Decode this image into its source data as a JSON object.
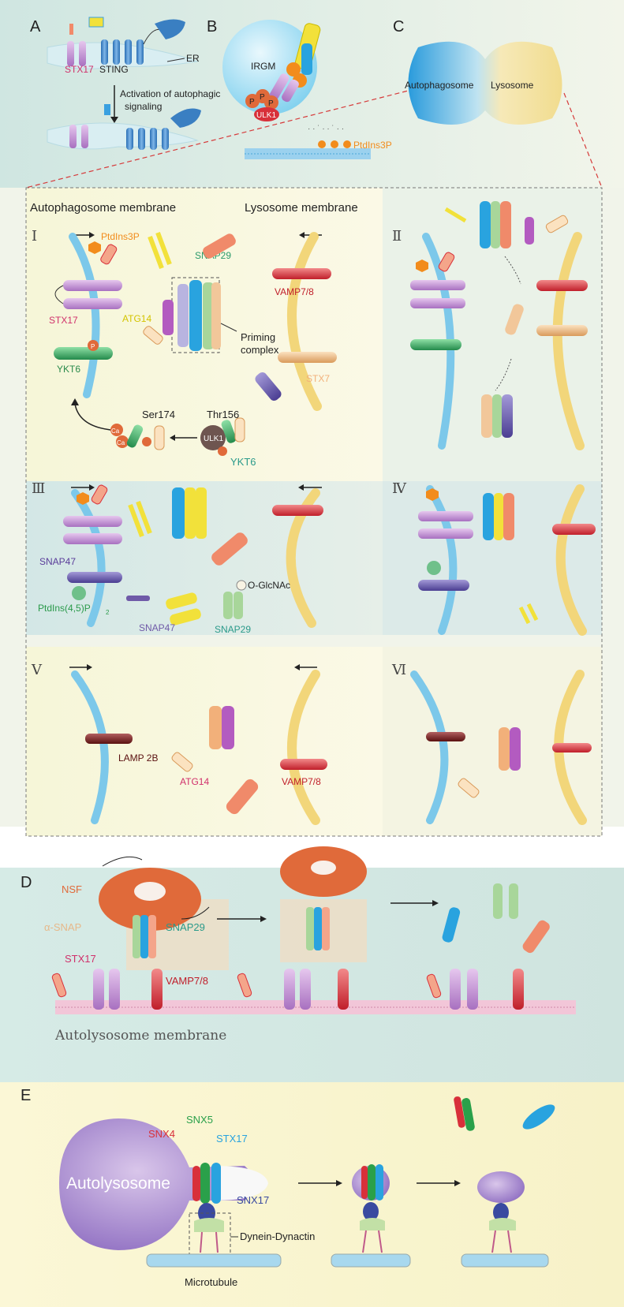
{
  "panels": {
    "a": {
      "letter": "A",
      "stx17": "STX17",
      "sting": "STING",
      "er": "ER",
      "activation_line1": "Activation of autophagic",
      "activation_line2": "signaling"
    },
    "b": {
      "letter": "B",
      "irgm": "IRGM",
      "p": "P",
      "ulk1": "ULK1",
      "ptdins3p": "PtdIns3P"
    },
    "c": {
      "letter": "C",
      "autophagosome": "Autophagosome",
      "lysosome": "Lysosome"
    },
    "i": {
      "numeral": "Ⅰ",
      "autophagosome_membrane": "Autophagosome membrane",
      "lysosome_membrane": "Lysosome membrane",
      "ptdins3p": "PtdIns3P",
      "snap29": "SNAP29",
      "vamp78": "VAMP7/8",
      "stx17": "STX17",
      "atg14": "ATG14",
      "priming1": "Priming",
      "priming2": "complex",
      "ykt6": "YKT6",
      "stx7": "STX7",
      "ser174": "Ser174",
      "thr156": "Thr156",
      "ulk1": "ULK1",
      "ykt6_b": "YKT6",
      "ca": "Ca",
      "p": "P"
    },
    "ii": {
      "numeral": "Ⅱ"
    },
    "iii": {
      "numeral": "Ⅲ",
      "snap47": "SNAP47",
      "ptdins45p2": "PtdIns(4,5)P",
      "p2_sub": "2",
      "snap47_b": "SNAP47",
      "snap29": "SNAP29",
      "oglcnac": "O-GlcNAc"
    },
    "iv": {
      "numeral": "Ⅳ"
    },
    "v": {
      "numeral": "Ⅴ",
      "lamp2b": "LAMP 2B",
      "atg14": "ATG14",
      "vamp78": "VAMP7/8"
    },
    "vi": {
      "numeral": "Ⅵ"
    },
    "d": {
      "letter": "D",
      "nsf": "NSF",
      "alpha_snap": "α-SNAP",
      "snap29": "SNAP29",
      "stx17": "STX17",
      "vamp78": "VAMP7/8",
      "membrane": "Autolysosome membrane"
    },
    "e": {
      "letter": "E",
      "autolysosome": "Autolysosome",
      "snx4": "SNX4",
      "snx5": "SNX5",
      "stx17": "STX17",
      "snx17": "SNX17",
      "dynein": "Dynein-Dynactin",
      "microtubule": "Microtubule"
    }
  },
  "colors": {
    "stx17": "#c58bd1",
    "sting": "#3a7fc2",
    "vamp": "#d8303a",
    "ykt6": "#3aa060",
    "snap29_blue": "#29a3df",
    "snap_yellow": "#f2e13a",
    "stx7": "#f2b07a",
    "snap47": "#6f5aa8",
    "nsf": "#e06a3a",
    "autophagosome": "#3ca8e0",
    "lysosome": "#f2d67a"
  }
}
